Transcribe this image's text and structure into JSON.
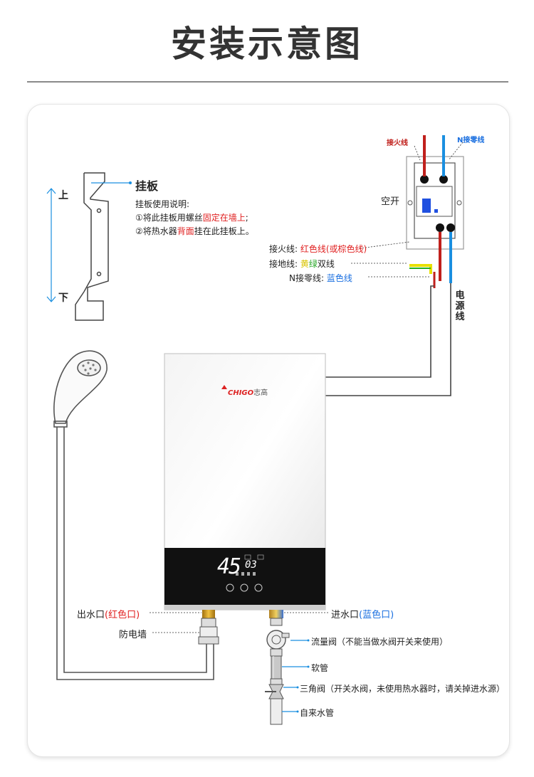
{
  "title": "安装示意图",
  "bracket": {
    "name": "挂板",
    "up": "上",
    "down": "下",
    "instructions_title": "挂板使用说明:",
    "step1_prefix": "①将此挂板用螺丝",
    "step1_highlight": "固定在墙上",
    "step1_suffix": ";",
    "step2_prefix": "②将热水器",
    "step2_highlight": "背面",
    "step2_suffix": "挂在此挂板上。"
  },
  "breaker": {
    "name": "空开",
    "live_top": "接火线",
    "neutral_top": "N接零线"
  },
  "wiring": {
    "live_prefix": "接火线: ",
    "live_value": "红色线(或棕色线)",
    "ground_prefix": "接地线: ",
    "ground_yellow": "黄",
    "ground_green": "绿",
    "ground_suffix": "双线",
    "neutral_prefix": "N接零线: ",
    "neutral_value": "蓝色线",
    "power_cord": "电源线"
  },
  "heater": {
    "brand": "CHIGO",
    "brand_cn": "志高",
    "display_main": "45",
    "display_sub": "03"
  },
  "plumbing": {
    "outlet_prefix": "出水口",
    "outlet_color": "(红色口)",
    "inlet_prefix": "进水口",
    "inlet_color": "(蓝色口)",
    "anti_shock": "防电墙",
    "flow_valve": "流量阀（不能当做水阀开关来使用）",
    "hose": "软管",
    "angle_valve": "三角阀（开关水阀，未使用热水器时，请关掉进水源）",
    "water_pipe": "自来水管"
  },
  "colors": {
    "live": "#c0201c",
    "neutral": "#1a8fe0",
    "ground_yellow": "#e8e000",
    "ground_green": "#22b022",
    "panel_black": "#111111"
  }
}
